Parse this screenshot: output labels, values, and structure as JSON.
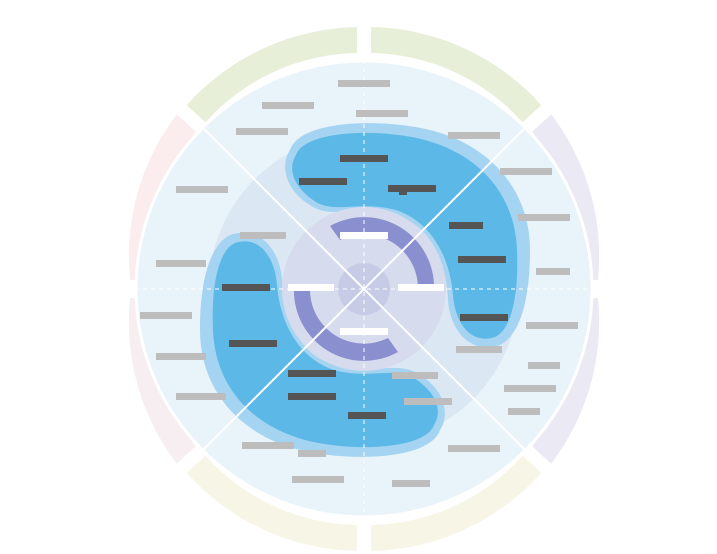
{
  "diagram": {
    "description_free": true,
    "colors": {
      "background": "#ffffff",
      "outer_segment_top": "#e8efd8",
      "outer_segment_right": "#ebe9f3",
      "outer_segment_bottom": "#f7f6e6",
      "outer_segment_left": "#fbecee",
      "outer_segment_left_lower": "#f6eef1",
      "main_disc": "#e9f3fa",
      "middle_ring": "#dbe8f3",
      "inner_ring": "#d7dbee",
      "hub": "#c7cbe6",
      "swirl_light": "#a4d4f1",
      "swirl_dark": "#5cb8e6",
      "purple_band": "#8a8fcf",
      "placeholder_dark": "#555555",
      "placeholder_light": "#bdbdbd",
      "placeholder_white": "#ffffff",
      "divider": "#ffffff"
    },
    "outer_segments": [
      "top",
      "right",
      "bottom",
      "left",
      "left-lower",
      "right-lower"
    ],
    "text_placeholders": {
      "dark_count": 12,
      "light_count": 26,
      "white_count": 4
    }
  }
}
